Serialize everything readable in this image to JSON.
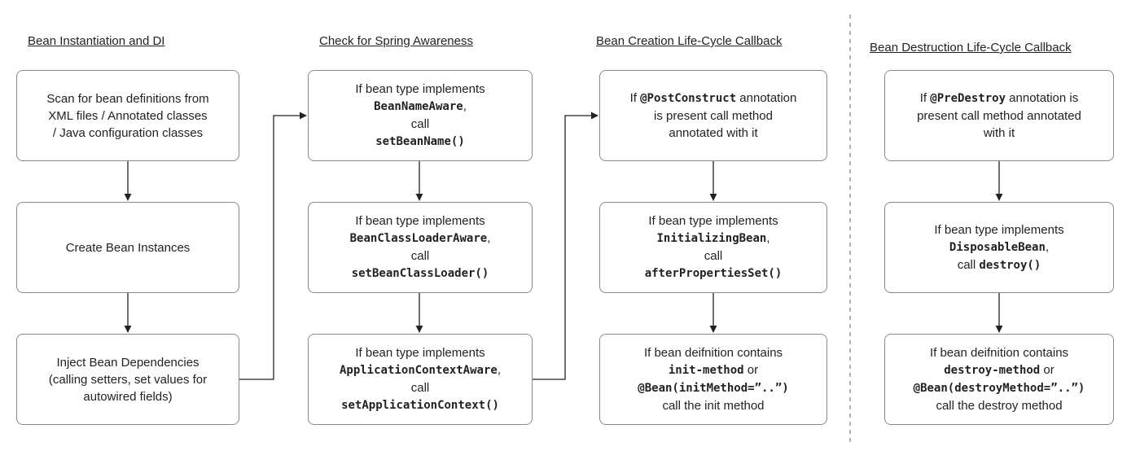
{
  "columns": [
    {
      "title": "Bean Instantiation and DI",
      "boxes": [
        {
          "lines": [
            [
              {
                "t": "Scan for bean definitions from"
              }
            ],
            [
              {
                "t": "XML files / Annotated classes"
              }
            ],
            [
              {
                "t": "/ Java configuration classes"
              }
            ]
          ]
        },
        {
          "lines": [
            [
              {
                "t": "Create Bean Instances"
              }
            ]
          ]
        },
        {
          "lines": [
            [
              {
                "t": "Inject Bean Dependencies"
              }
            ],
            [
              {
                "t": "(calling setters, set values for"
              }
            ],
            [
              {
                "t": "autowired fields)"
              }
            ]
          ]
        }
      ]
    },
    {
      "title": "Check for Spring Awareness",
      "boxes": [
        {
          "lines": [
            [
              {
                "t": "If bean type implements"
              }
            ],
            [
              {
                "t": "BeanNameAware",
                "code": true
              },
              {
                "t": ","
              }
            ],
            [
              {
                "t": "call"
              }
            ],
            [
              {
                "t": "setBeanName()",
                "code": true
              }
            ]
          ]
        },
        {
          "lines": [
            [
              {
                "t": "If bean type implements"
              }
            ],
            [
              {
                "t": "BeanClassLoaderAware",
                "code": true
              },
              {
                "t": ","
              }
            ],
            [
              {
                "t": "call"
              }
            ],
            [
              {
                "t": "setBeanClassLoader()",
                "code": true
              }
            ]
          ]
        },
        {
          "lines": [
            [
              {
                "t": "If bean type implements"
              }
            ],
            [
              {
                "t": "ApplicationContextAware",
                "code": true
              },
              {
                "t": ","
              }
            ],
            [
              {
                "t": "call"
              }
            ],
            [
              {
                "t": "setApplicationContext()",
                "code": true
              }
            ]
          ]
        }
      ]
    },
    {
      "title": "Bean Creation Life-Cycle Callback",
      "boxes": [
        {
          "lines": [
            [
              {
                "t": "If "
              },
              {
                "t": "@PostConstruct",
                "code": true
              },
              {
                "t": " annotation"
              }
            ],
            [
              {
                "t": "is present call method"
              }
            ],
            [
              {
                "t": "annotated with it"
              }
            ]
          ]
        },
        {
          "lines": [
            [
              {
                "t": "If bean type implements"
              }
            ],
            [
              {
                "t": "InitializingBean",
                "code": true
              },
              {
                "t": ","
              }
            ],
            [
              {
                "t": "call"
              }
            ],
            [
              {
                "t": "afterPropertiesSet()",
                "code": true
              }
            ]
          ]
        },
        {
          "lines": [
            [
              {
                "t": "If bean deifnition contains"
              }
            ],
            [
              {
                "t": "init-method",
                "code": true
              },
              {
                "t": " or"
              }
            ],
            [
              {
                "t": "@Bean(initMethod=”..”)",
                "code": true
              }
            ],
            [
              {
                "t": "call the init method"
              }
            ]
          ]
        }
      ]
    },
    {
      "title": "Bean Destruction Life-Cycle Callback",
      "boxes": [
        {
          "lines": [
            [
              {
                "t": "If "
              },
              {
                "t": "@PreDestroy",
                "code": true
              },
              {
                "t": " annotation is"
              }
            ],
            [
              {
                "t": "present call method annotated"
              }
            ],
            [
              {
                "t": "with it"
              }
            ]
          ]
        },
        {
          "lines": [
            [
              {
                "t": "If bean type implements"
              }
            ],
            [
              {
                "t": "DisposableBean",
                "code": true
              },
              {
                "t": ","
              }
            ],
            [
              {
                "t": "call "
              },
              {
                "t": "destroy()",
                "code": true
              }
            ]
          ]
        },
        {
          "lines": [
            [
              {
                "t": "If bean deifnition contains"
              }
            ],
            [
              {
                "t": "destroy-method",
                "code": true
              },
              {
                "t": " or"
              }
            ],
            [
              {
                "t": "@Bean(destroyMethod=”..”)",
                "code": true
              }
            ],
            [
              {
                "t": "call the destroy method"
              }
            ]
          ]
        }
      ]
    }
  ]
}
